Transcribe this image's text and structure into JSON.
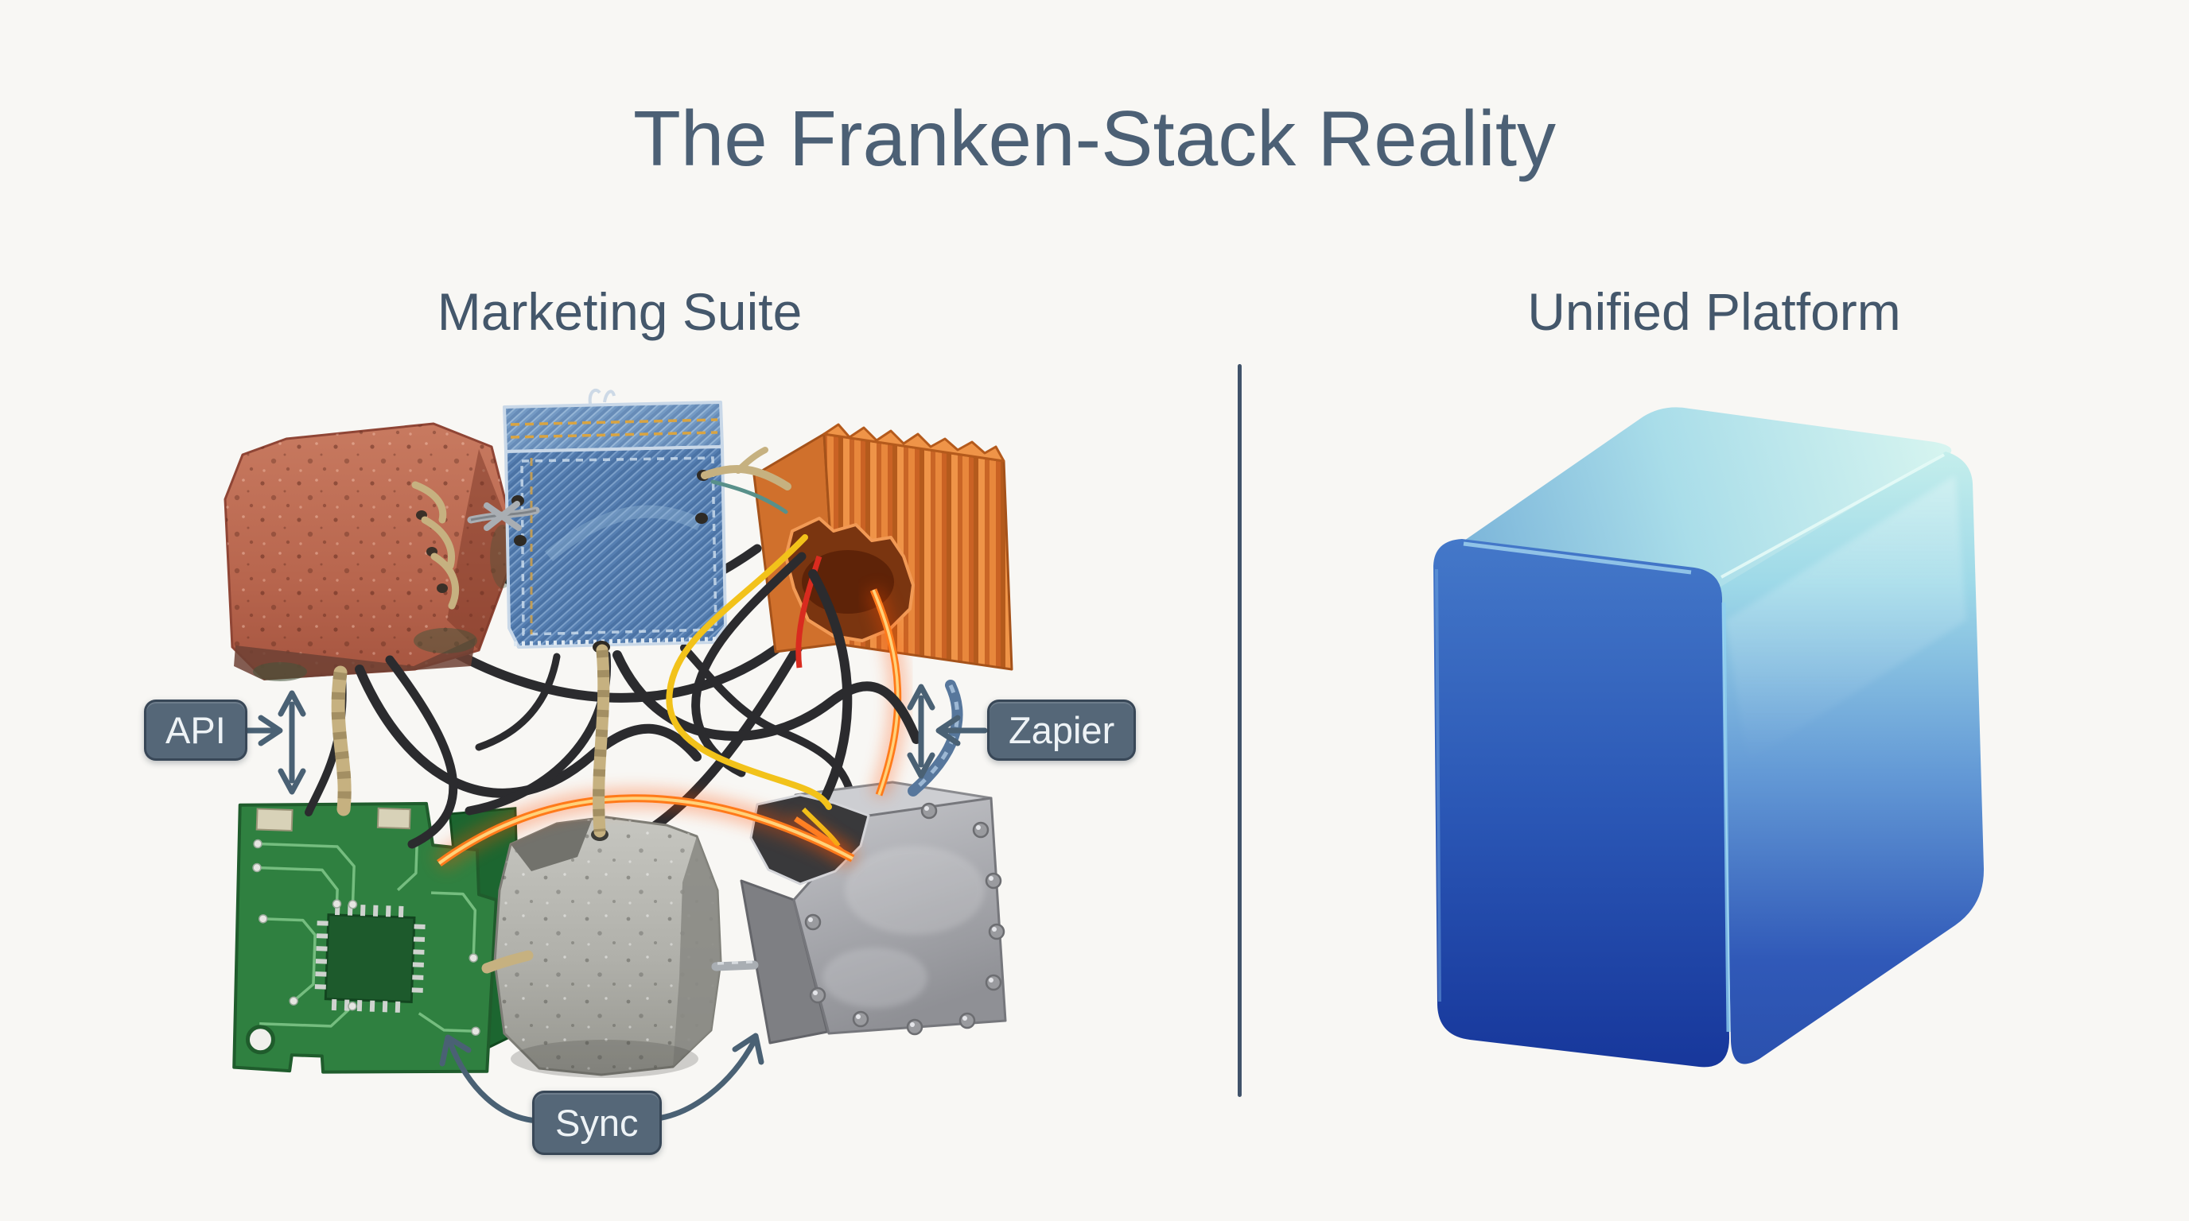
{
  "title": "The Franken-Stack Reality",
  "columns": {
    "left": {
      "heading": "Marketing Suite"
    },
    "right": {
      "heading": "Unified Platform"
    }
  },
  "labels": {
    "api": "API",
    "zapier": "Zapier",
    "sync": "Sync"
  },
  "blocks": [
    "brick",
    "denim-patch",
    "corrugated-plastic",
    "circuit-board",
    "concrete",
    "riveted-metal"
  ],
  "unified_icon": "blue-cube",
  "colors": {
    "background": "#f8f7f4",
    "title_text": "#4c6075",
    "heading_text": "#44576b",
    "badge_bg": "#556778",
    "badge_text": "#eef3f6",
    "arrow": "#4a6174",
    "divider": "#41536a",
    "wire_black": "#2b2b2e",
    "wire_yellow": "#f2c21a",
    "wire_glow": "#ff6a00",
    "rope": "#c6b180",
    "cube_front_top": "#4478c9",
    "cube_front_bottom": "#17379b",
    "cube_side_top": "#c6efec",
    "cube_side_bottom": "#2a50ad"
  }
}
